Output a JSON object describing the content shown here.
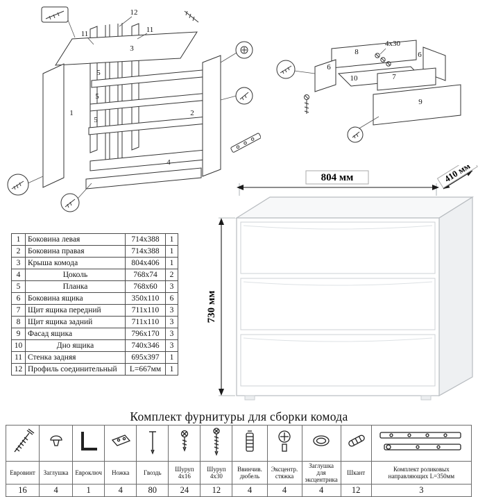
{
  "page": {
    "title": "Комплект фурнитуры для сборки комода"
  },
  "dimensions": {
    "width": "804 мм",
    "depth": "410 мм",
    "height": "730 мм"
  },
  "frame_labels": {
    "p1": "1",
    "p2": "2",
    "p3": "3",
    "p4": "4",
    "p5a": "5",
    "p5b": "5",
    "p5c": "5",
    "p11a": "11",
    "p11b": "11",
    "p12": "12"
  },
  "drawer_labels": {
    "p6a": "6",
    "p6b": "6",
    "p7": "7",
    "p8": "8",
    "p9": "9",
    "p10": "10",
    "screw_size": "4x30"
  },
  "parts": {
    "rows": [
      {
        "n": "1",
        "name": "Боковина левая",
        "size": "714x388",
        "qty": "1"
      },
      {
        "n": "2",
        "name": "Боковина правая",
        "size": "714x388",
        "qty": "1"
      },
      {
        "n": "3",
        "name": "Крыша комода",
        "size": "804x406",
        "qty": "1"
      },
      {
        "n": "4",
        "name": "Цоколь",
        "size": "768x74",
        "qty": "2"
      },
      {
        "n": "5",
        "name": "Планка",
        "size": "768x60",
        "qty": "3"
      },
      {
        "n": "6",
        "name": "Боковина ящика",
        "size": "350x110",
        "qty": "6"
      },
      {
        "n": "7",
        "name": "Щит ящика передний",
        "size": "711x110",
        "qty": "3"
      },
      {
        "n": "8",
        "name": "Щит ящика задний",
        "size": "711x110",
        "qty": "3"
      },
      {
        "n": "9",
        "name": "Фасад ящика",
        "size": "796x170",
        "qty": "3"
      },
      {
        "n": "10",
        "name": "Дно ящика",
        "size": "740x346",
        "qty": "3"
      },
      {
        "n": "11",
        "name": "Стенка задняя",
        "size": "695x397",
        "qty": "1"
      },
      {
        "n": "12",
        "name": "Профиль соединительный",
        "size": "L=667мм",
        "qty": "1"
      }
    ]
  },
  "hardware": {
    "items": [
      {
        "icon": "euro-screw-icon",
        "name": "Евровинт",
        "qty": "16"
      },
      {
        "icon": "cap-plug-icon",
        "name": "Заглушка",
        "qty": "4"
      },
      {
        "icon": "hex-key-icon",
        "name": "Евроключ",
        "qty": "1"
      },
      {
        "icon": "foot-icon",
        "name": "Ножка",
        "qty": "4"
      },
      {
        "icon": "nail-icon",
        "name": "Гвоздь",
        "qty": "80"
      },
      {
        "icon": "screw-4x16-icon",
        "name": "Шуруп 4x16",
        "qty": "24"
      },
      {
        "icon": "screw-4x30-icon",
        "name": "Шуруп 4x30",
        "qty": "12"
      },
      {
        "icon": "screw-in-dowel-icon",
        "name": "Ввинчив. дюбель",
        "qty": "4"
      },
      {
        "icon": "eccentric-cam-icon",
        "name": "Эксцентр. стяжка",
        "qty": "4"
      },
      {
        "icon": "cam-cover-icon",
        "name": "Заглушка для эксцентрика",
        "qty": "4"
      },
      {
        "icon": "dowel-icon",
        "name": "Шкант",
        "qty": "12"
      },
      {
        "icon": "drawer-slides-icon",
        "name": "Комплект роликовых направляющих L=350мм",
        "qty": "3"
      }
    ]
  }
}
